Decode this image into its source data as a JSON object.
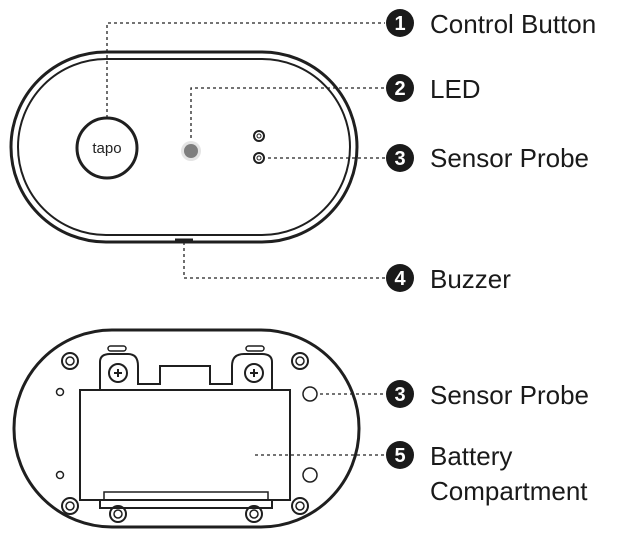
{
  "device": {
    "logo_text": "tapo"
  },
  "callouts": [
    {
      "number": "1",
      "label": "Control Button"
    },
    {
      "number": "2",
      "label": "LED"
    },
    {
      "number": "3",
      "label": "Sensor Probe"
    },
    {
      "number": "4",
      "label": "Buzzer"
    },
    {
      "number": "3",
      "label": "Sensor Probe"
    },
    {
      "number": "5",
      "label_lines": [
        "Battery",
        "Compartment"
      ]
    }
  ]
}
